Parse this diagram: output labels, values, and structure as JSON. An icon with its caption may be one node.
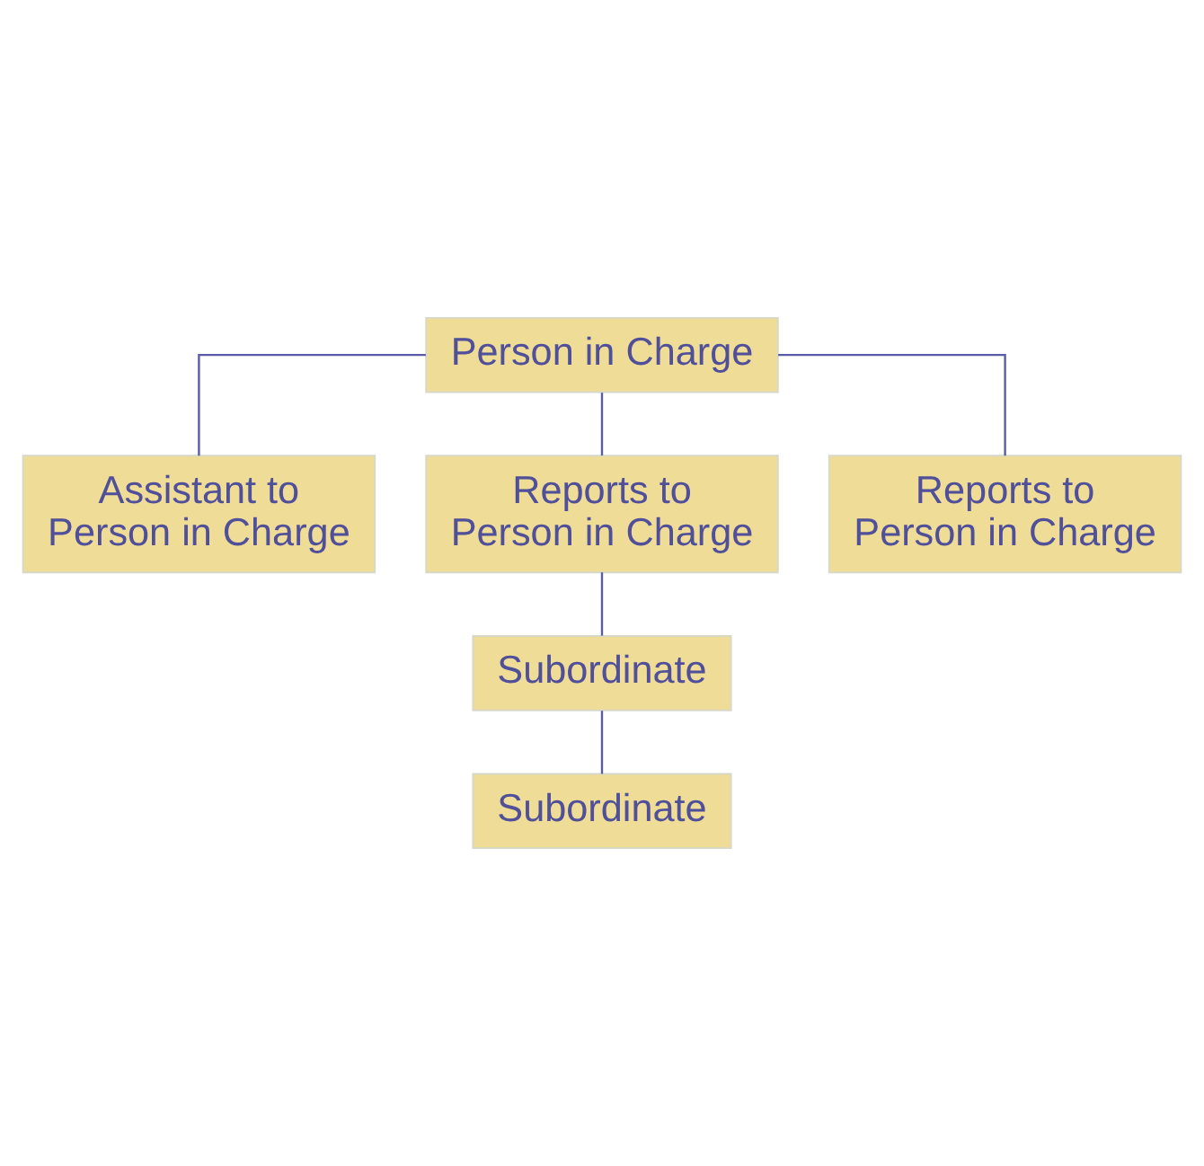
{
  "diagram": {
    "nodes": [
      {
        "text": [
          "Person in Charge"
        ]
      },
      {
        "text": [
          "Assistant to Person in Charge"
        ]
      },
      {
        "text": [
          "Reports to Person in Charge"
        ]
      },
      {
        "text": [
          "Reports to Person in Charge"
        ]
      },
      {
        "text": [
          "Subordinate"
        ]
      },
      {
        "text": [
          "Subordinate"
        ]
      }
    ],
    "edges": [
      {
        "from": 0,
        "to": 1,
        "arrow": "none"
      },
      {
        "from": 0,
        "to": 2,
        "arrow": "none"
      },
      {
        "from": 0,
        "to": 3,
        "arrow": "none"
      },
      {
        "from": 2,
        "to": 4,
        "arrow": "none"
      },
      {
        "from": 4,
        "to": 5,
        "arrow": "none"
      }
    ]
  }
}
